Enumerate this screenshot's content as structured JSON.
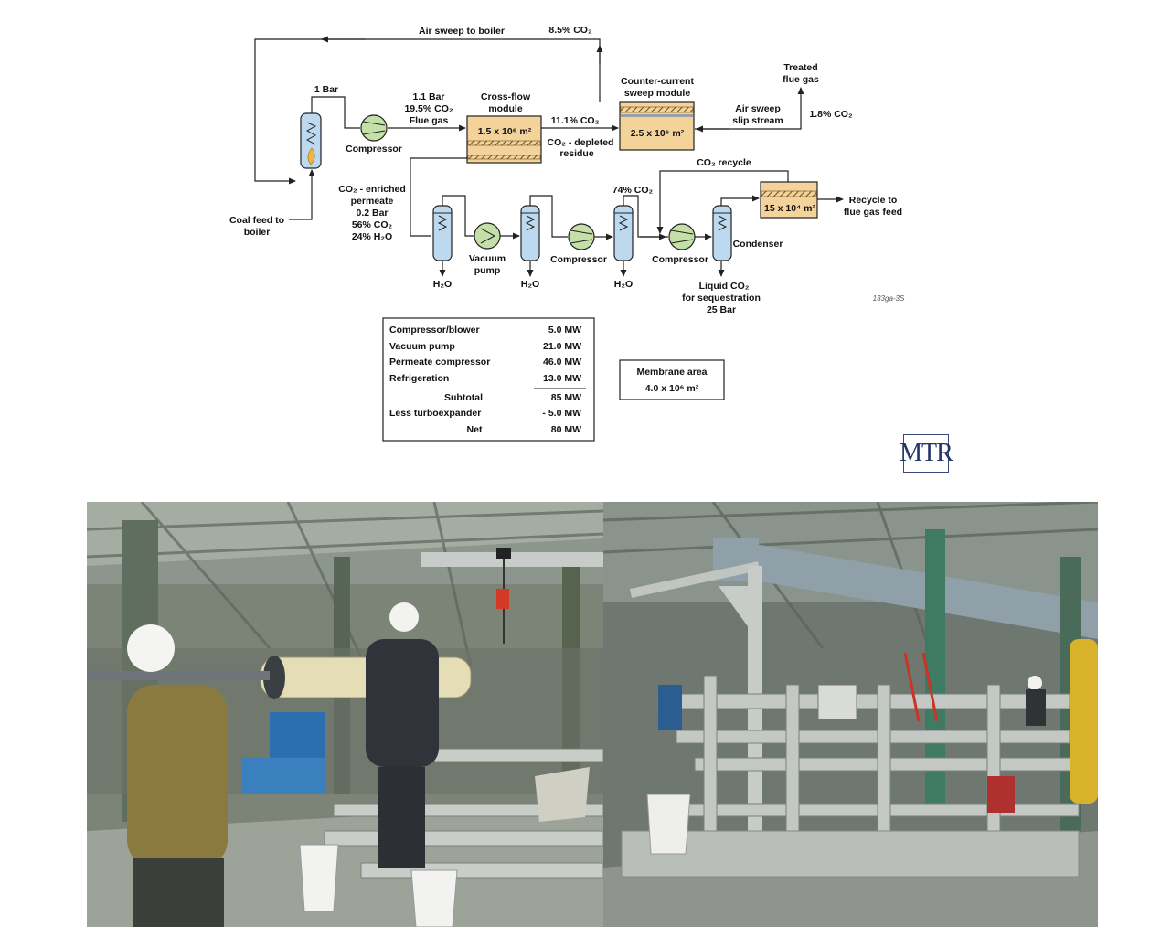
{
  "diagram": {
    "labels": {
      "air_sweep_to_boiler": "Air sweep to boiler",
      "co2_8_5": "8.5% CO₂",
      "one_bar": "1 Bar",
      "feed_1_1_bar": "1.1 Bar",
      "feed_19_5": "19.5% CO₂",
      "flue_gas": "Flue gas",
      "crossflow_1": "Cross-flow",
      "crossflow_2": "module",
      "crossflow_area": "1.5 x 10⁶ m²",
      "co2_11_1": "11.1% CO₂",
      "co2_depleted_1": "CO₂ - depleted",
      "co2_depleted_2": "residue",
      "countercurrent_1": "Counter-current",
      "countercurrent_2": "sweep module",
      "countercurrent_area": "2.5 x 10⁶ m²",
      "air_sweep_1": "Air sweep",
      "air_sweep_2": "slip stream",
      "treated_1": "Treated",
      "treated_2": "flue gas",
      "co2_1_8": "1.8% CO₂",
      "compressor_1": "Compressor",
      "permeate_1": "CO₂ - enriched",
      "permeate_2": "permeate",
      "permeate_3": "0.2 Bar",
      "permeate_4": "56% CO₂",
      "permeate_5": "24% H₂O",
      "coal_feed_1": "Coal feed to",
      "coal_feed_2": "boiler",
      "vacuum_1": "Vacuum",
      "vacuum_2": "pump",
      "compressor_2": "Compressor",
      "compressor_3": "Compressor",
      "co2_74": "74% CO₂",
      "co2_recycle": "CO₂ recycle",
      "recycle_area": "15 x 10⁴ m²",
      "recycle_1": "Recycle to",
      "recycle_2": "flue gas feed",
      "condenser": "Condenser",
      "liquid_1": "Liquid CO₂",
      "liquid_2": "for sequestration",
      "liquid_3": "25 Bar",
      "h2o_1": "H₂O",
      "h2o_2": "H₂O",
      "h2o_3": "H₂O",
      "figure_code": "133ga-3S"
    }
  },
  "power_table": {
    "rows": [
      {
        "label": "Compressor/blower",
        "value": "5.0 MW"
      },
      {
        "label": "Vacuum pump",
        "value": "21.0 MW"
      },
      {
        "label": "Permeate compressor",
        "value": "46.0 MW"
      },
      {
        "label": "Refrigeration",
        "value": "13.0 MW"
      },
      {
        "label": "Subtotal",
        "value": "85 MW"
      },
      {
        "label": "Less turboexpander",
        "value": "- 5.0 MW"
      },
      {
        "label": "Net",
        "value": "80 MW"
      }
    ]
  },
  "membrane_box": {
    "title": "Membrane area",
    "value": "4.0 x 10⁶ m²"
  },
  "logo": {
    "text": "MTR"
  },
  "photos": [
    {
      "name": "membrane-module-installation-photo"
    },
    {
      "name": "membrane-skid-photo"
    }
  ],
  "colors": {
    "module_fill": "#f4d39b",
    "vessel_fill": "#bcd9ef",
    "compressor_fill": "#c4dfa8",
    "line": "#222222"
  }
}
